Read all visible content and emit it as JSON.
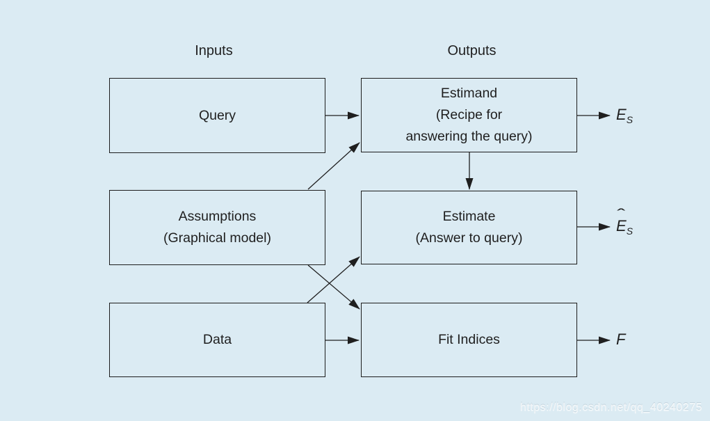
{
  "headings": {
    "inputs": "Inputs",
    "outputs": "Outputs"
  },
  "boxes": {
    "query": {
      "lines": [
        "Query"
      ]
    },
    "assumptions": {
      "lines": [
        "Assumptions",
        "(Graphical model)"
      ]
    },
    "data": {
      "lines": [
        "Data"
      ]
    },
    "estimand": {
      "lines": [
        "Estimand",
        "(Recipe for",
        "answering the query)"
      ]
    },
    "estimate": {
      "lines": [
        "Estimate",
        "(Answer to query)"
      ]
    },
    "fit_indices": {
      "lines": [
        "Fit Indices"
      ]
    }
  },
  "output_labels": {
    "estimand": {
      "base": "E",
      "hat": "",
      "sub": "S"
    },
    "estimate": {
      "base": "E",
      "hat": "ˆ",
      "sub": "S"
    },
    "fit": {
      "base": "F",
      "hat": "",
      "sub": ""
    }
  },
  "arrows": [
    "query-to-estimand",
    "assumptions-to-estimand",
    "assumptions-to-fit-indices",
    "data-to-estimate",
    "data-to-fit-indices",
    "estimand-to-estimate",
    "estimand-to-es",
    "estimate-to-eshat",
    "fit-indices-to-f"
  ],
  "watermark": "https://blog.csdn.net/qq_40240275",
  "colors": {
    "background": "#dbebf3",
    "line": "#1f1f1f",
    "text": "#1f1f1f",
    "box_border": "#1c1c1c",
    "watermark": "rgba(255,255,255,0.72)"
  }
}
